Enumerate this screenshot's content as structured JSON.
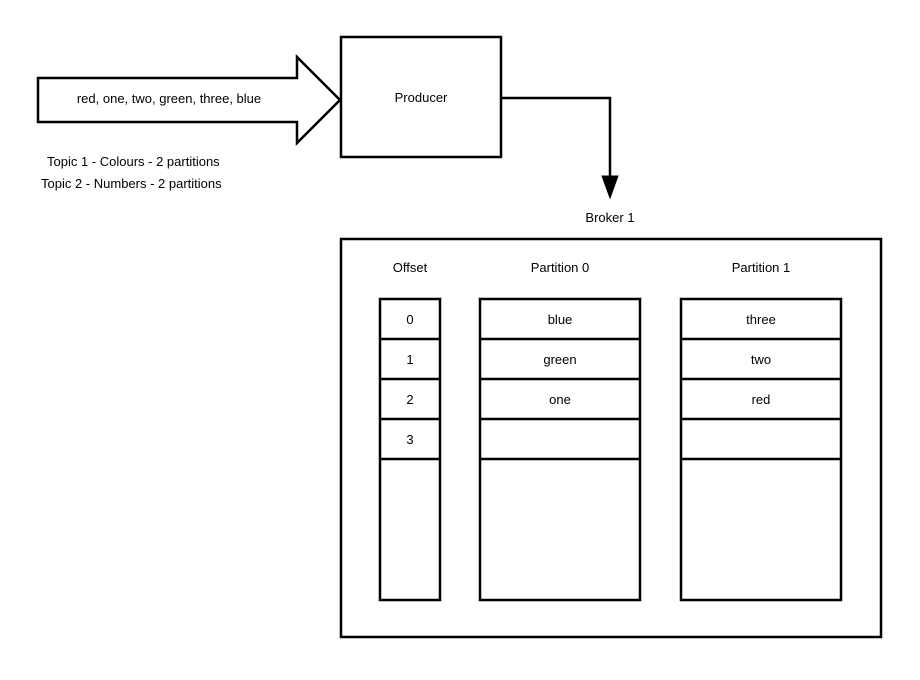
{
  "diagram": {
    "title": "Kafka producer to broker partition diagram",
    "stroke_color": "#000000",
    "fill_color": "#ffffff",
    "text_color": "#000000"
  },
  "input_arrow": {
    "label": "red, one, two, green, three, blue",
    "icon": "block-arrow-right-icon"
  },
  "topics": {
    "line1": "Topic 1 - Colours - 2 partitions",
    "line2": "Topic 2 - Numbers - 2 partitions"
  },
  "producer": {
    "label": "Producer"
  },
  "connector": {
    "icon": "elbow-arrow-down-icon"
  },
  "broker": {
    "label": "Broker 1",
    "columns": [
      {
        "header": "Offset",
        "name": "offset",
        "cells": [
          "0",
          "1",
          "2",
          "3"
        ],
        "empty_tail": true
      },
      {
        "header": "Partition 0",
        "name": "partition-0",
        "cells": [
          "blue",
          "green",
          "one",
          ""
        ],
        "empty_tail": true
      },
      {
        "header": "Partition 1",
        "name": "partition-1",
        "cells": [
          "three",
          "two",
          "red",
          ""
        ],
        "empty_tail": true
      }
    ]
  }
}
